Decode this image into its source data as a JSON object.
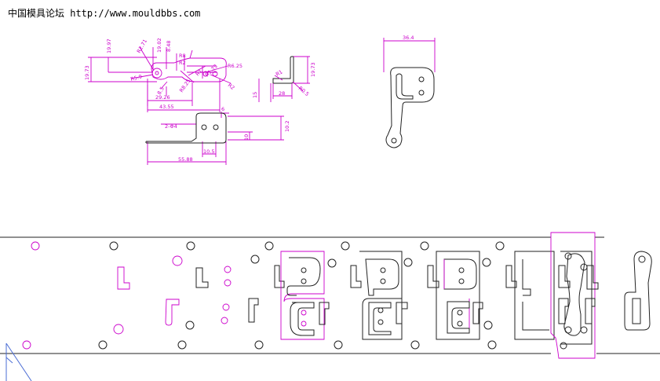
{
  "watermark": "中国模具论坛 http://www.mouldbbs.com",
  "colors": {
    "background": "#ffffff",
    "part_outline": "#222222",
    "dimension": "#cc00cc"
  },
  "views": {
    "top": {
      "dims": [
        "19.97",
        "R2.71",
        "19.02",
        "8.48",
        "19.73",
        "R5.9",
        "R8",
        "R2",
        "R1.23",
        "R6.25",
        "R1",
        "R2",
        "8.5",
        "R8.25",
        "29.26",
        "43.55"
      ]
    },
    "side": {
      "dims": [
        "R1",
        "R0.5",
        "15",
        "28",
        "19.73"
      ]
    },
    "front": {
      "dims": [
        "6",
        "2-Φ4",
        "10.2",
        "10",
        "10.5",
        "55.88"
      ]
    },
    "flat": {
      "dims": [
        "36.4"
      ]
    }
  }
}
